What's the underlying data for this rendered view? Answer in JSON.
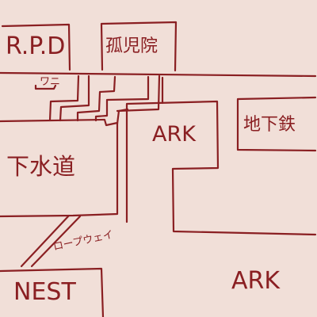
{
  "map": {
    "colors": {
      "background": "#f1dfd8",
      "ink": "#8a1f22"
    },
    "labels": {
      "rpd": "R.P.D",
      "orphanage": "孤児院",
      "wani": "ワニ",
      "ark_upper": "ARK",
      "subway": "地下鉄",
      "sewer": "下水道",
      "ropeway": "ロープウェイ",
      "nest": "NEST",
      "ark_lower": "ARK"
    }
  }
}
